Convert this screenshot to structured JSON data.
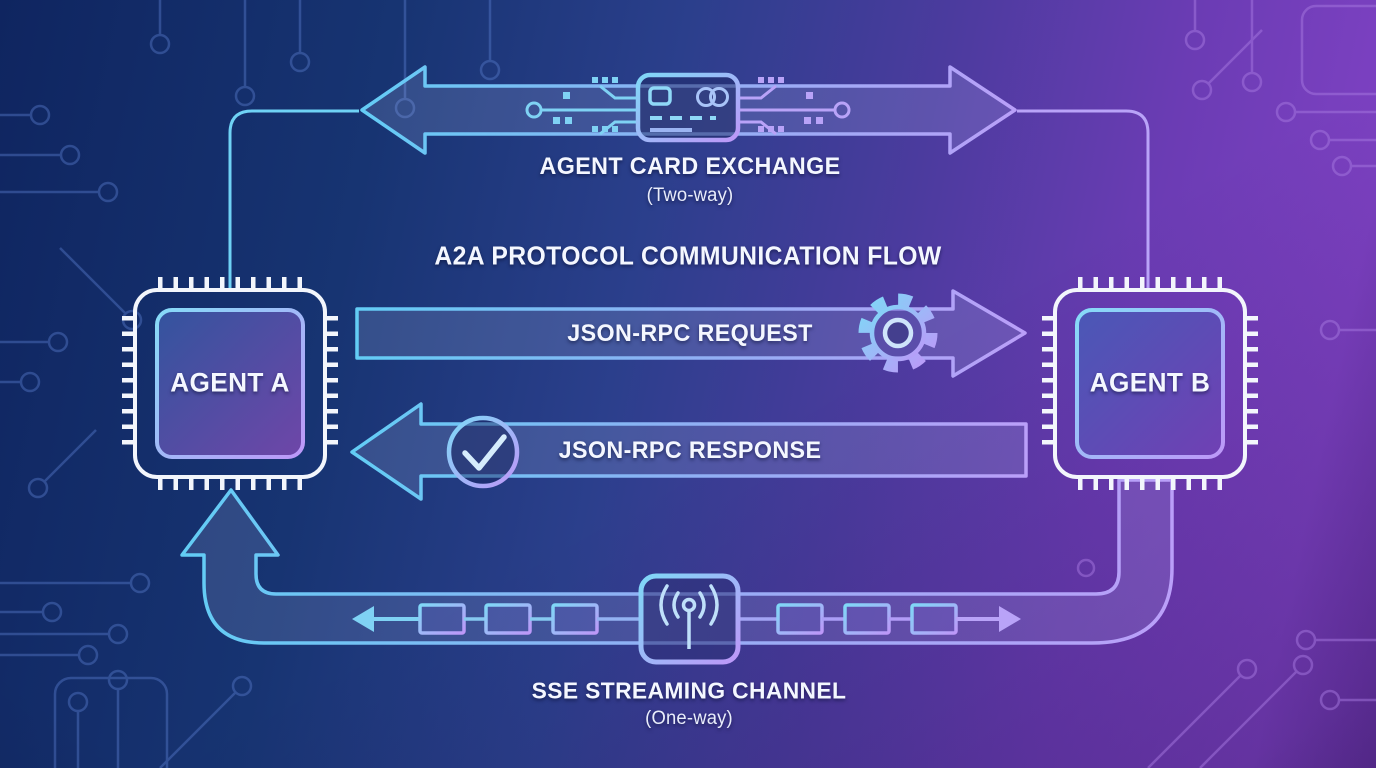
{
  "diagram": {
    "title": "A2A PROTOCOL COMMUNICATION FLOW",
    "agent_a": {
      "label": "AGENT A"
    },
    "agent_b": {
      "label": "AGENT B"
    },
    "card_exchange": {
      "label": "AGENT CARD EXCHANGE",
      "mode": "(Two-way)",
      "icon": "id-card-icon",
      "direction": "two-way"
    },
    "request": {
      "label": "JSON-RPC REQUEST",
      "icon": "gear-icon",
      "direction": "agent-a-to-agent-b"
    },
    "response": {
      "label": "JSON-RPC RESPONSE",
      "icon": "check-circle-icon",
      "direction": "agent-b-to-agent-a"
    },
    "sse": {
      "label": "SSE STREAMING CHANNEL",
      "mode": "(One-way)",
      "icon": "antenna-icon",
      "direction": "agent-b-to-agent-a"
    },
    "colors": {
      "background_blue": "#14306e",
      "background_purple": "#7a3fbe",
      "accent_cyan": "#6fd2f5",
      "accent_purple": "#b99ff8",
      "chip_outline": "#f3f6fc",
      "text": "#f4f7ff"
    }
  }
}
